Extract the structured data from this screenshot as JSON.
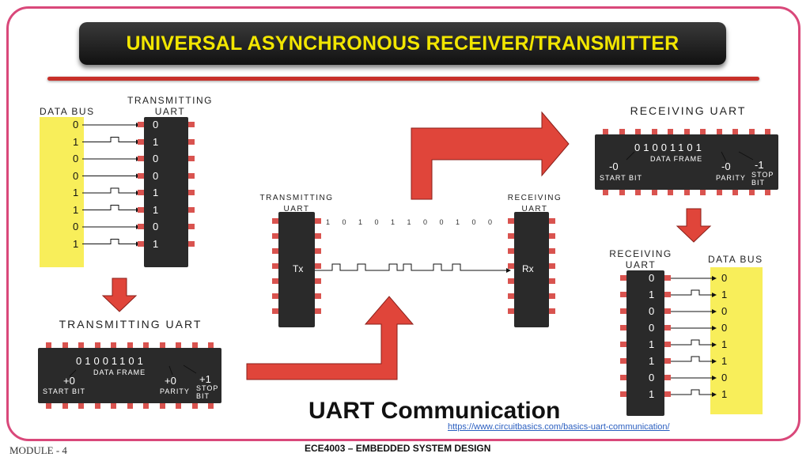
{
  "title": "UNIVERSAL ASYNCHRONOUS RECEIVER/TRANSMITTER",
  "left": {
    "data_bus_label": "DATA BUS",
    "transmitting_uart_label": "TRANSMITTING\nUART",
    "bits": [
      "0",
      "1",
      "0",
      "0",
      "1",
      "1",
      "0",
      "1"
    ]
  },
  "tx_uart_frame": {
    "label": "TRANSMITTING UART",
    "bits": "01001101",
    "data_frame": "DATA FRAME",
    "start_value": "+0",
    "start_label": "START BIT",
    "parity_value": "+0",
    "parity_label": "PARITY",
    "stop_value": "+1",
    "stop_label": "STOP\nBIT"
  },
  "center": {
    "tx_label": "TRANSMITTING\nUART",
    "rx_label": "RECEIVING\nUART",
    "tx_pin": "Tx",
    "rx_pin": "Rx",
    "stream_bits": [
      "1",
      "0",
      "1",
      "0",
      "1",
      "1",
      "0",
      "0",
      "1",
      "0",
      "0"
    ]
  },
  "rx_uart_frame": {
    "label": "RECEIVING UART",
    "bits": "01001101",
    "data_frame": "DATA FRAME",
    "start_value": "-0",
    "start_label": "START BIT",
    "parity_value": "-0",
    "parity_label": "PARITY",
    "stop_value": "-1",
    "stop_label": "STOP\nBIT"
  },
  "right": {
    "receiving_uart_label": "RECEIVING\nUART",
    "data_bus_label": "DATA BUS",
    "bits": [
      "0",
      "1",
      "0",
      "0",
      "1",
      "1",
      "0",
      "1"
    ]
  },
  "caption": "UART Communication",
  "source_url": "https://www.circuitbasics.com/basics-uart-communication/",
  "footer": {
    "module": "MODULE - 4",
    "course": "ECE4003 – EMBEDDED SYSTEM DESIGN"
  },
  "colors": {
    "border": "#d9487a",
    "title_text": "#f2e600",
    "arrow": "#e0453a",
    "data_bus": "#f8ee5a",
    "chip": "#2a2a2a",
    "pin": "#d9534f"
  }
}
